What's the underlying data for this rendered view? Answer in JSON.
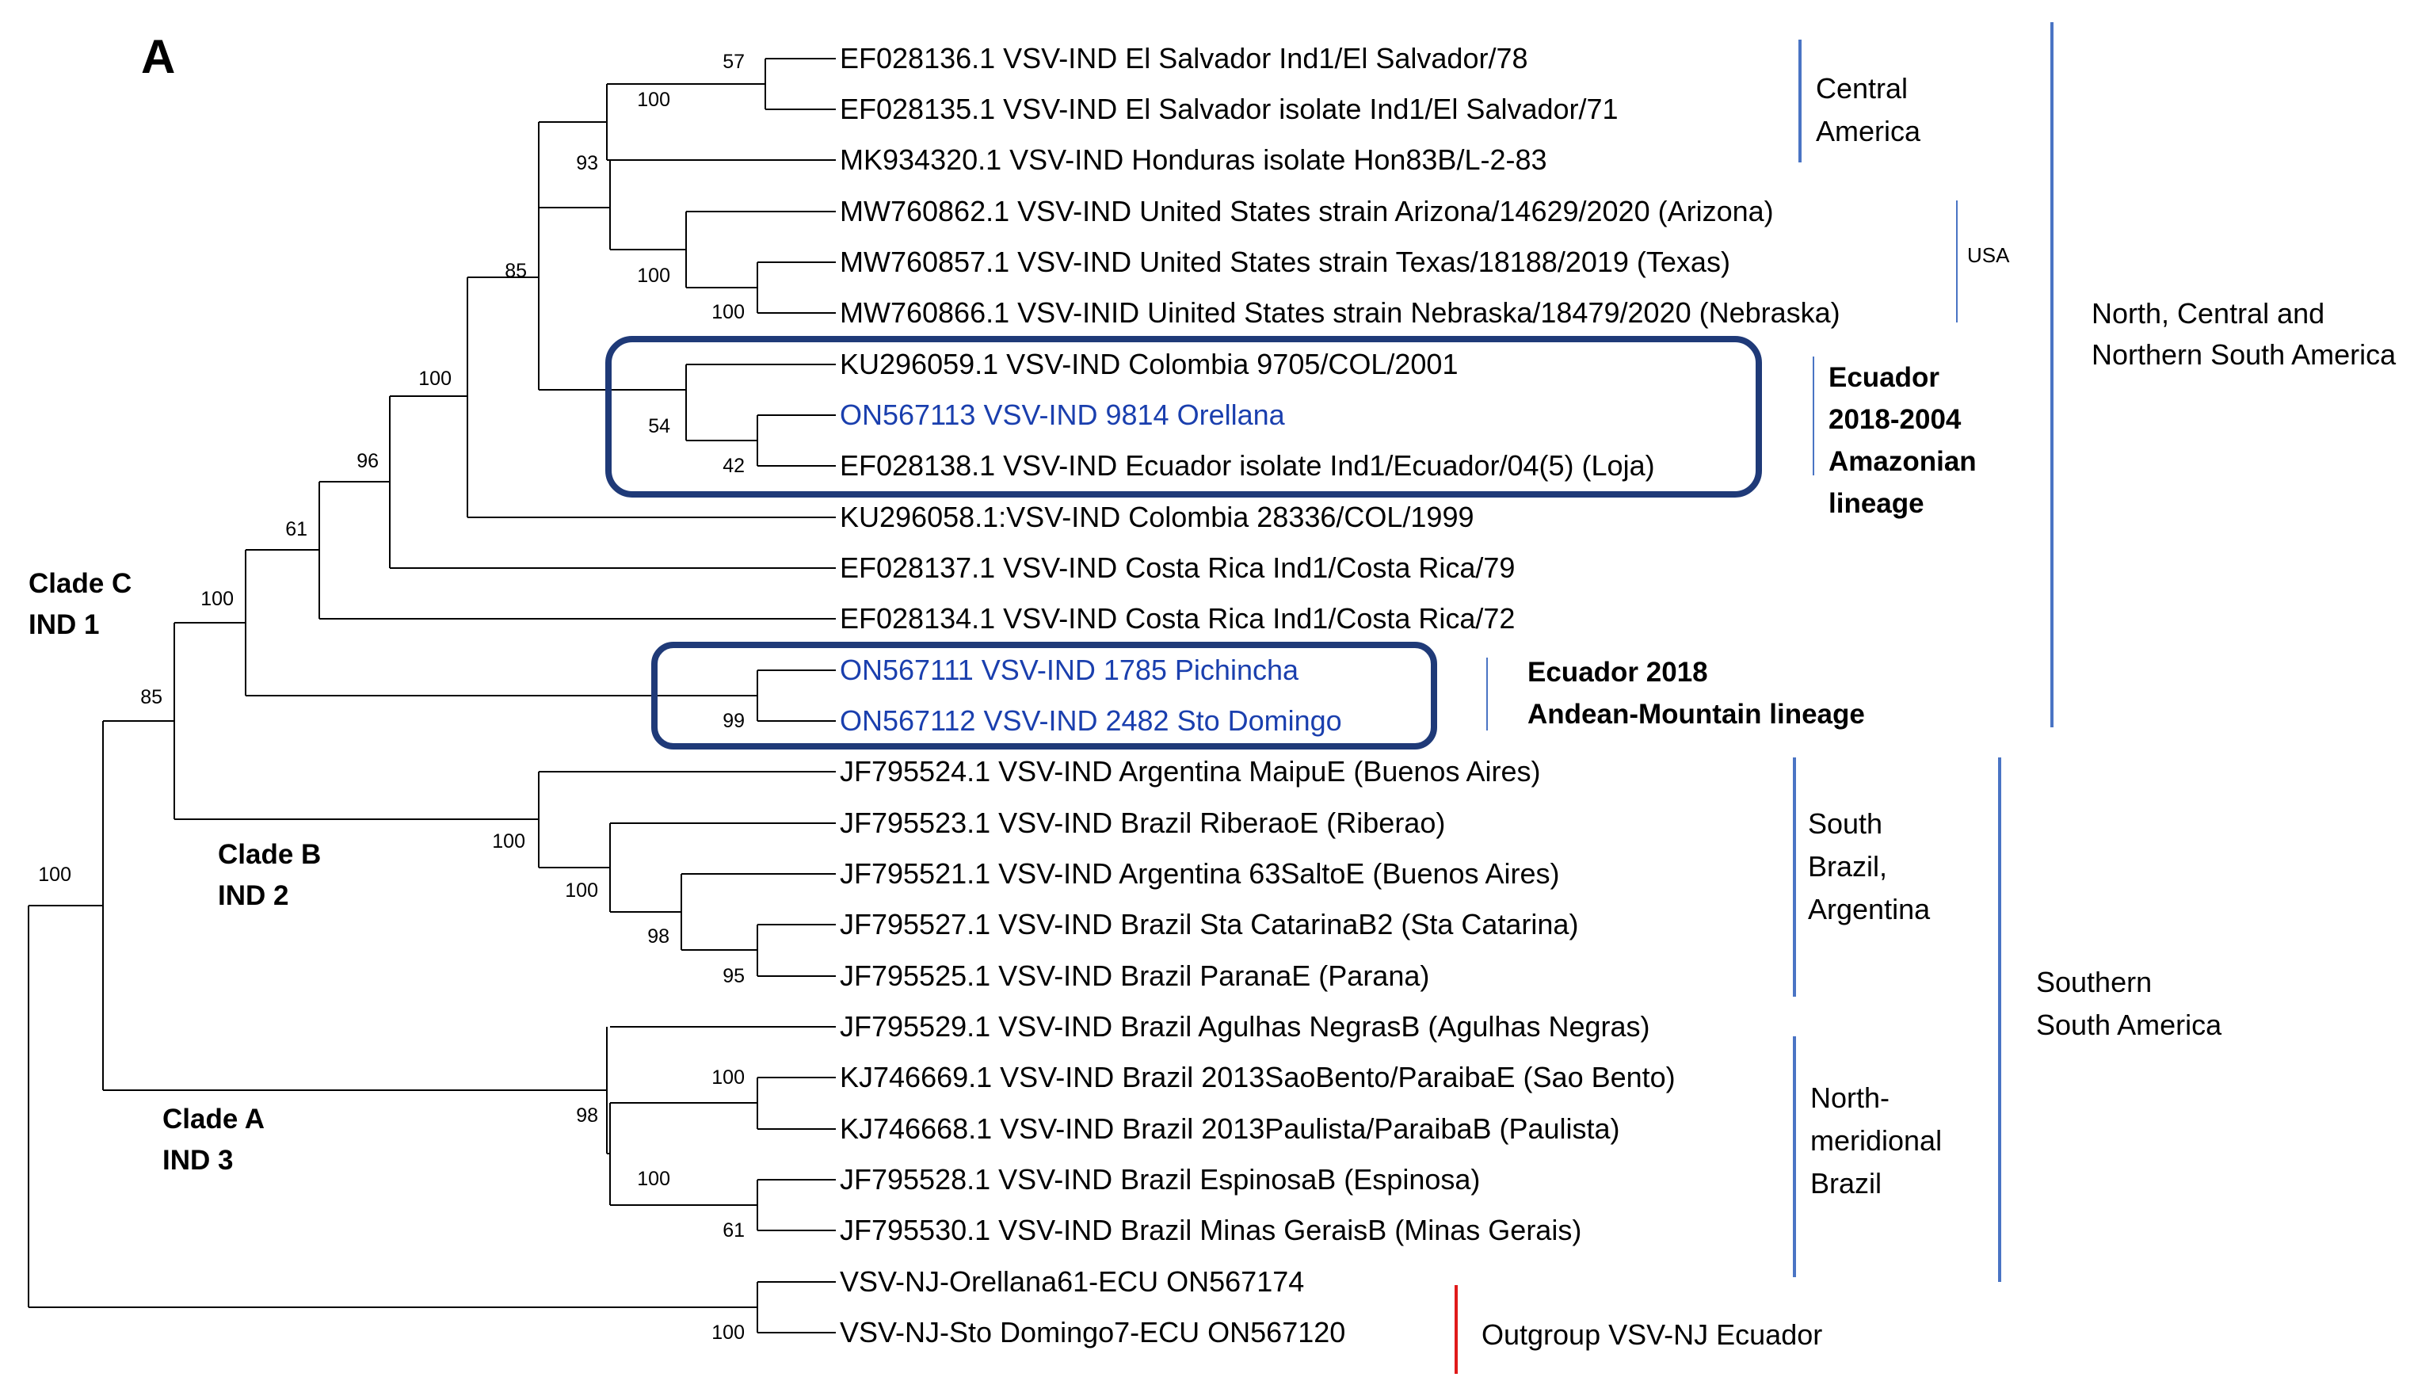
{
  "panel_label": "A",
  "leaves": [
    {
      "label": "EF028136.1 VSV-IND El Salvador Ind1/El Salvador/78",
      "highlight": false
    },
    {
      "label": "EF028135.1 VSV-IND El Salvador isolate Ind1/El Salvador/71",
      "highlight": false
    },
    {
      "label": "MK934320.1 VSV-IND Honduras isolate Hon83B/L-2-83",
      "highlight": false
    },
    {
      "label": "MW760862.1 VSV-IND United States strain Arizona/14629/2020 (Arizona)",
      "highlight": false
    },
    {
      "label": "MW760857.1 VSV-IND United States strain Texas/18188/2019 (Texas)",
      "highlight": false
    },
    {
      "label": "MW760866.1 VSV-INID Uinited States strain Nebraska/18479/2020 (Nebraska)",
      "highlight": false
    },
    {
      "label": "KU296059.1 VSV-IND Colombia 9705/COL/2001",
      "highlight": false
    },
    {
      "label": "ON567113 VSV-IND 9814 Orellana",
      "highlight": true
    },
    {
      "label": "EF028138.1 VSV-IND Ecuador isolate Ind1/Ecuador/04(5) (Loja)",
      "highlight": false
    },
    {
      "label": "KU296058.1:VSV-IND Colombia 28336/COL/1999",
      "highlight": false
    },
    {
      "label": "EF028137.1 VSV-IND Costa Rica Ind1/Costa Rica/79",
      "highlight": false
    },
    {
      "label": "EF028134.1 VSV-IND Costa Rica Ind1/Costa Rica/72",
      "highlight": false
    },
    {
      "label": "ON567111 VSV-IND 1785 Pichincha",
      "highlight": true
    },
    {
      "label": "ON567112 VSV-IND 2482 Sto Domingo",
      "highlight": true
    },
    {
      "label": "JF795524.1 VSV-IND Argentina MaipuE (Buenos Aires)",
      "highlight": false
    },
    {
      "label": "JF795523.1 VSV-IND Brazil RiberaoE (Riberao)",
      "highlight": false
    },
    {
      "label": "JF795521.1 VSV-IND Argentina 63SaltoE (Buenos Aires)",
      "highlight": false
    },
    {
      "label": "JF795527.1 VSV-IND Brazil Sta CatarinaB2 (Sta Catarina)",
      "highlight": false
    },
    {
      "label": "JF795525.1 VSV-IND Brazil ParanaE (Parana)",
      "highlight": false
    },
    {
      "label": "JF795529.1 VSV-IND Brazil Agulhas NegrasB (Agulhas Negras)",
      "highlight": false
    },
    {
      "label": "KJ746669.1 VSV-IND Brazil 2013SaoBento/ParaibaE (Sao Bento)",
      "highlight": false
    },
    {
      "label": "KJ746668.1 VSV-IND Brazil 2013Paulista/ParaibaB (Paulista)",
      "highlight": false
    },
    {
      "label": "JF795528.1 VSV-IND Brazil EspinosaB (Espinosa)",
      "highlight": false
    },
    {
      "label": "JF795530.1 VSV-IND Brazil Minas GeraisB (Minas Gerais)",
      "highlight": false
    },
    {
      "label": "VSV-NJ-Orellana61-ECU  ON567174",
      "highlight": false
    },
    {
      "label": "VSV-NJ-Sto Domingo7-ECU  ON567120",
      "highlight": false
    }
  ],
  "bootstrap": [
    "57",
    "100",
    "93",
    "100",
    "100",
    "85",
    "54",
    "42",
    "100",
    "96",
    "61",
    "100",
    "99",
    "85",
    "100",
    "100",
    "98",
    "95",
    "100",
    "98",
    "100",
    "61",
    "100",
    "100"
  ],
  "clades": [
    {
      "name": "Clade C",
      "sub": "IND 1"
    },
    {
      "name": "Clade B",
      "sub": "IND 2"
    },
    {
      "name": "Clade A",
      "sub": "IND 3"
    }
  ],
  "groups": {
    "central_america": [
      "Central",
      "America"
    ],
    "usa": "USA",
    "ecuador_amazonian": [
      "Ecuador",
      "2018-2004",
      "Amazonian",
      "lineage"
    ],
    "ecuador_andean": [
      "Ecuador 2018",
      "Andean-Mountain lineage"
    ],
    "north_central": [
      "North, Central and",
      "Northern South America"
    ],
    "south_brazil": [
      "South",
      "Brazil,",
      "Argentina"
    ],
    "north_meridional": [
      "North-",
      "meridional",
      "Brazil"
    ],
    "southern_south": [
      "Southern",
      "South America"
    ],
    "outgroup": "Outgroup VSV-NJ Ecuador"
  },
  "colors": {
    "highlight_text": "#1a3fae",
    "group_bar": "#4a74c4",
    "outgroup_bar": "#e01a1a",
    "box_border": "#1f3a78"
  }
}
